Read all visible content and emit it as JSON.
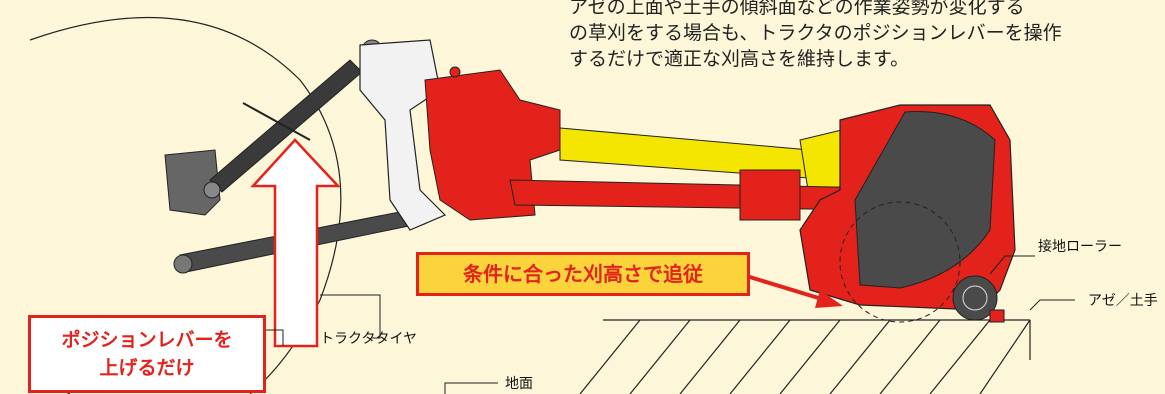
{
  "description": {
    "line1": "アゼの上面や土手の傾斜面などの作業姿勢が変化する",
    "line2": "の草刈をする場合も、トラクタのポジションレバーを操作",
    "line3": "するだけで適正な刈高さを維持します。"
  },
  "callouts": {
    "follow": "条件に合った刈高さで追従",
    "lever_line1": "ポジションレバーを",
    "lever_line2": "上げるだけ"
  },
  "labels": {
    "roller": "接地ローラー",
    "levee": "アゼ／土手",
    "tire": "トラクタタイヤ",
    "ground": "地面"
  },
  "colors": {
    "background": "#fdf6d8",
    "machine_red": "#e3231b",
    "shaft_yellow": "#f4e600",
    "cover_gray": "#4a4a4a",
    "callout_fill": "#fbd33b"
  }
}
